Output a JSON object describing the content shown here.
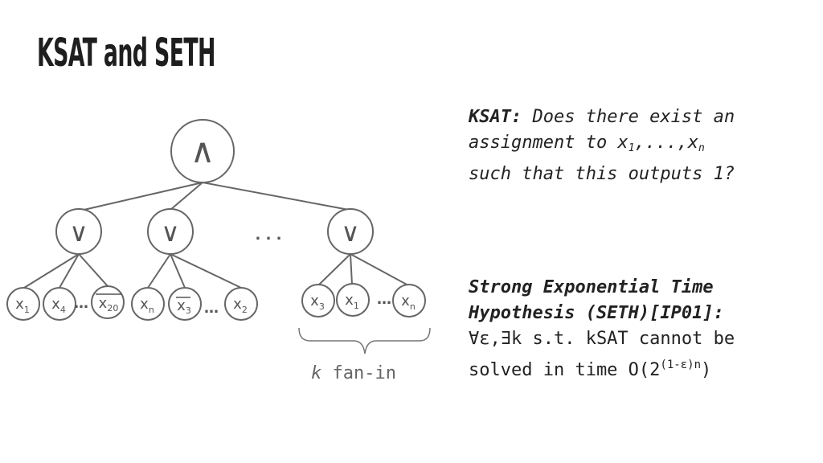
{
  "slide": {
    "title": "KSAT and SETH"
  },
  "diagram": {
    "root_gate": "∧",
    "or_gate": "∨",
    "mid_ellipsis": ". . .",
    "clause1": {
      "lit1": {
        "var": "x",
        "sub": "1",
        "negated": false
      },
      "lit2": {
        "var": "x",
        "sub": "4",
        "negated": false
      },
      "ellipsis": "…",
      "lit3": {
        "var": "x",
        "sub": "20",
        "negated": true
      }
    },
    "clause2": {
      "lit1": {
        "var": "x",
        "sub": "n",
        "negated": false
      },
      "lit2": {
        "var": "x",
        "sub": "3",
        "negated": true
      },
      "ellipsis": "…",
      "lit3": {
        "var": "x",
        "sub": "2",
        "negated": false
      }
    },
    "clause3": {
      "lit1": {
        "var": "x",
        "sub": "3",
        "negated": false
      },
      "lit2": {
        "var": "x",
        "sub": "1",
        "negated": false
      },
      "ellipsis": "…",
      "lit3": {
        "var": "x",
        "sub": "n",
        "negated": false
      }
    },
    "fanin": {
      "k": "k",
      "label": " fan-in"
    },
    "colors": {
      "stroke": "#666666",
      "text": "#555555"
    }
  },
  "ksat": {
    "label": "KSAT:",
    "line1": " Does there exist an",
    "line2_a": "assignment to x",
    "line2_sub1": "1",
    "line2_b": ",...,x",
    "line2_sub2": "n",
    "line3": "such that this outputs 1?"
  },
  "seth": {
    "heading1": "Strong Exponential Time",
    "heading2": "Hypothesis (SETH)[IP01]:",
    "line3": "∀ε,∃k s.t. kSAT cannot be",
    "line4_a": "solved in time O(2",
    "line4_sup": "(1-ε)n",
    "line4_b": ")"
  }
}
